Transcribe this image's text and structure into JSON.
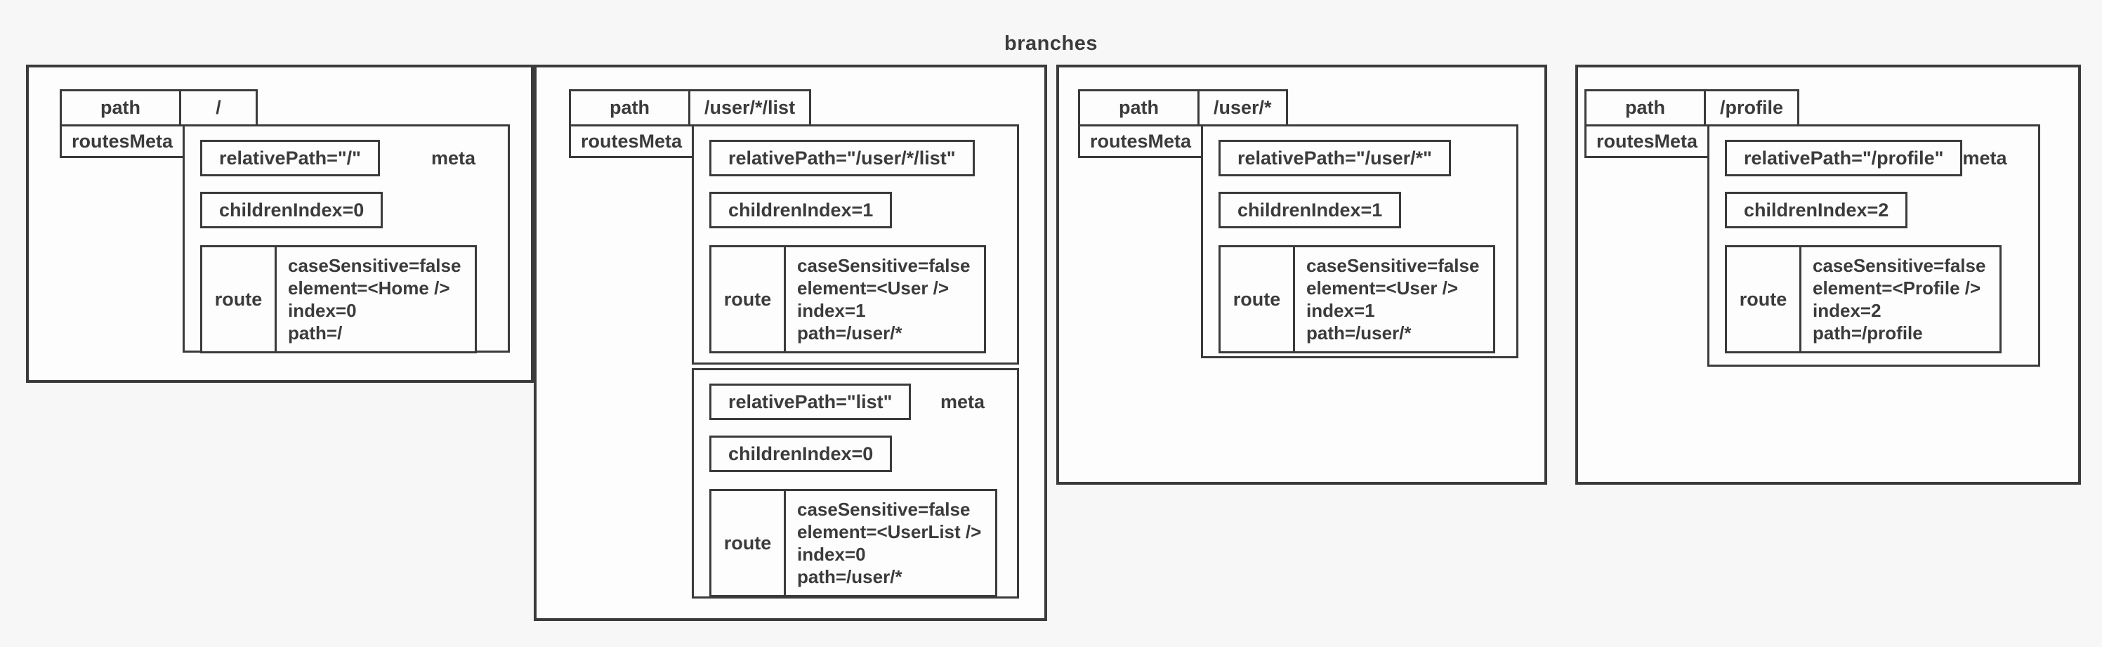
{
  "title": "branches",
  "colors": {
    "background": "#f7f7f7",
    "surface": "#fdfdfd",
    "border": "#3b3b3b",
    "text": "#3b3b3b"
  },
  "labels": {
    "path": "path",
    "routesMeta": "routesMeta",
    "meta": "meta",
    "route": "route"
  },
  "branches": [
    {
      "path": "/",
      "metas": [
        {
          "relativePath": "relativePath=\"/\"",
          "meta_label_visible": true,
          "childrenIndex": "childrenIndex=0",
          "route": [
            "caseSensitive=false",
            "element=<Home />",
            "index=0",
            "path=/"
          ]
        }
      ]
    },
    {
      "path": "/user/*/list",
      "metas": [
        {
          "relativePath": "relativePath=\"/user/*/list\"",
          "meta_label_visible": false,
          "childrenIndex": "childrenIndex=1",
          "route": [
            "caseSensitive=false",
            "element=<User />",
            "index=1",
            "path=/user/*"
          ]
        },
        {
          "relativePath": "relativePath=\"list\"",
          "meta_label_visible": true,
          "childrenIndex": "childrenIndex=0",
          "route": [
            "caseSensitive=false",
            "element=<UserList />",
            "index=0",
            "path=/user/*"
          ]
        }
      ]
    },
    {
      "path": "/user/*",
      "metas": [
        {
          "relativePath": "relativePath=\"/user/*\"",
          "meta_label_visible": false,
          "childrenIndex": "childrenIndex=1",
          "route": [
            "caseSensitive=false",
            "element=<User />",
            "index=1",
            "path=/user/*"
          ]
        }
      ]
    },
    {
      "path": "/profile",
      "metas": [
        {
          "relativePath": "relativePath=\"/profile\"",
          "meta_label_visible": true,
          "childrenIndex": "childrenIndex=2",
          "route": [
            "caseSensitive=false",
            "element=<Profile />",
            "index=2",
            "path=/profile"
          ]
        }
      ]
    }
  ]
}
